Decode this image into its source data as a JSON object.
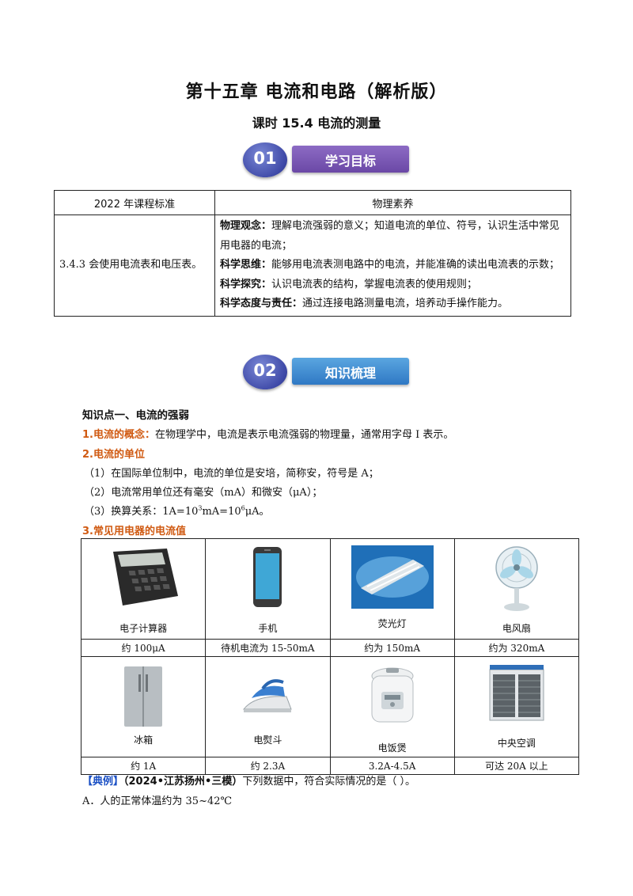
{
  "header": {
    "title": "第十五章   电流和电路（解析版）",
    "subtitle": "课时 15.4   电流的测量"
  },
  "banner1": {
    "num": "01",
    "label": "学习目标"
  },
  "banner2": {
    "num": "02",
    "label": "知识梳理"
  },
  "standards_table": {
    "col1_header": "2022 年课程标准",
    "col2_header": "物理素养",
    "standard": "3.4.3 会使用电流表和电压表。",
    "items": [
      {
        "label": "物理观念：",
        "text": "理解电流强弱的意义；知道电流的单位、符号，认识生活中常见用电器的电流；"
      },
      {
        "label": "科学思维：",
        "text": "能够用电流表测电路中的电流，并能准确的读出电流表的示数；"
      },
      {
        "label": "科学探究：",
        "text": "认识电流表的结构，掌握电流表的使用规则；"
      },
      {
        "label": "科学态度与责任：",
        "text": "通过连接电路测量电流，培养动手操作能力。"
      }
    ]
  },
  "knowledge": {
    "point_title": "知识点一、电流的强弱",
    "concept_label": "1.电流的概念：",
    "concept_text": "在物理学中，电流是表示电流强弱的物理量，通常用字母 I 表示。",
    "unit_title": "2.电流的单位",
    "unit_1": "（1）在国际单位制中，电流的单位是安培，简称安，符号是 A；",
    "unit_2": "（2）电流常用单位还有毫安（mA）和微安（μA）；",
    "unit_3_a": "（3）换算关系：1A=10",
    "unit_3_sup1": "3",
    "unit_3_b": "mA=10",
    "unit_3_sup2": "6",
    "unit_3_c": "μA。",
    "appliance_title": "3.常见用电器的电流值"
  },
  "appliances": {
    "row1": [
      {
        "name": "电子计算器",
        "value": "约 100μA",
        "icon": "calculator-icon"
      },
      {
        "name": "手机",
        "value": "待机电流为 15-50mA",
        "icon": "phone-icon"
      },
      {
        "name": "荧光灯",
        "value": "约为 150mA",
        "icon": "fluorescent-lamp-icon"
      },
      {
        "name": "电风扇",
        "value": "约为 320mA",
        "icon": "fan-icon"
      }
    ],
    "row2": [
      {
        "name": "冰箱",
        "value": "约 1A",
        "icon": "fridge-icon"
      },
      {
        "name": "电熨斗",
        "value": "约 2.3A",
        "icon": "iron-icon"
      },
      {
        "name": "电饭煲",
        "value": "3.2A-4.5A",
        "icon": "rice-cooker-icon"
      },
      {
        "name": "中央空调",
        "value": "可达 20A 以上",
        "icon": "air-conditioner-icon"
      }
    ]
  },
  "example": {
    "tag": "【典例】",
    "source": "（2024•江苏扬州•三模）",
    "question": "下列数据中，符合实际情况的是（      ）。",
    "option_a": "A．人的正常体温约为 35~42℃"
  }
}
